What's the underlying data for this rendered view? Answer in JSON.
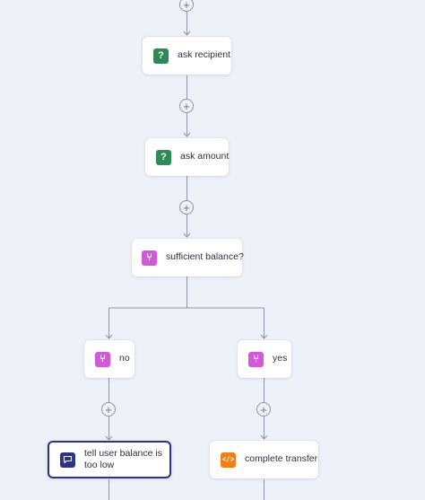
{
  "colors": {
    "background": "#eef1f8",
    "connector": "#8e95a8",
    "question_icon": "#2e8b57",
    "branch_icon": "#d259d8",
    "message_icon": "#2c3487",
    "code_icon": "#ef7f1a",
    "selected_border": "#2c3487"
  },
  "flow": {
    "add_step_symbol": "+",
    "nodes": {
      "ask_recipient": {
        "label": "ask recipient",
        "icon": "question-icon",
        "glyph": "?"
      },
      "ask_amount": {
        "label": "ask amount",
        "icon": "question-icon",
        "glyph": "?"
      },
      "sufficient_balance": {
        "label": "sufficient balance?",
        "icon": "branch-icon",
        "glyph": "⑂"
      },
      "branch_no": {
        "label": "no",
        "icon": "branch-icon",
        "glyph": "⑂"
      },
      "branch_yes": {
        "label": "yes",
        "icon": "branch-icon",
        "glyph": "⑂"
      },
      "tell_balance_low": {
        "label": "tell user balance is too low",
        "icon": "chat-bubble-icon",
        "glyph": "💬"
      },
      "complete_transfer": {
        "label": "complete transfer",
        "icon": "code-icon",
        "glyph": "</>"
      }
    }
  }
}
